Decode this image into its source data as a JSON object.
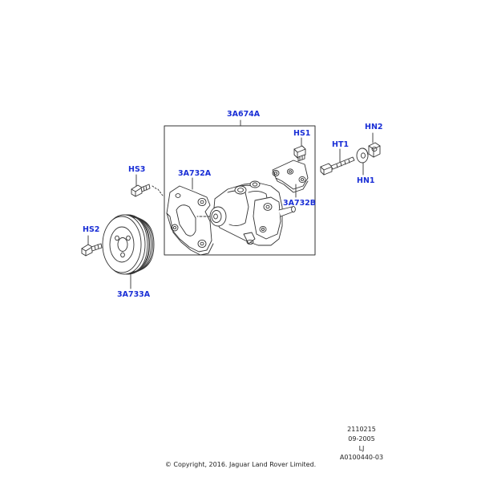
{
  "colors": {
    "label": "#1a2fd6",
    "line": "#333333"
  },
  "callouts": {
    "assembly": "3A674A",
    "hs1": "HS1",
    "ht1": "HT1",
    "hn2": "HN2",
    "hn1": "HN1",
    "hs3": "HS3",
    "bracket_a": "3A732A",
    "bracket_b": "3A732B",
    "hs2": "HS2",
    "pulley": "3A733A"
  },
  "reference": {
    "line1": "2110215",
    "line2": "09-2005",
    "line3": "LJ",
    "line4": "A0100440-03"
  },
  "copyright": "© Copyright, 2016. Jaguar Land Rover Limited."
}
